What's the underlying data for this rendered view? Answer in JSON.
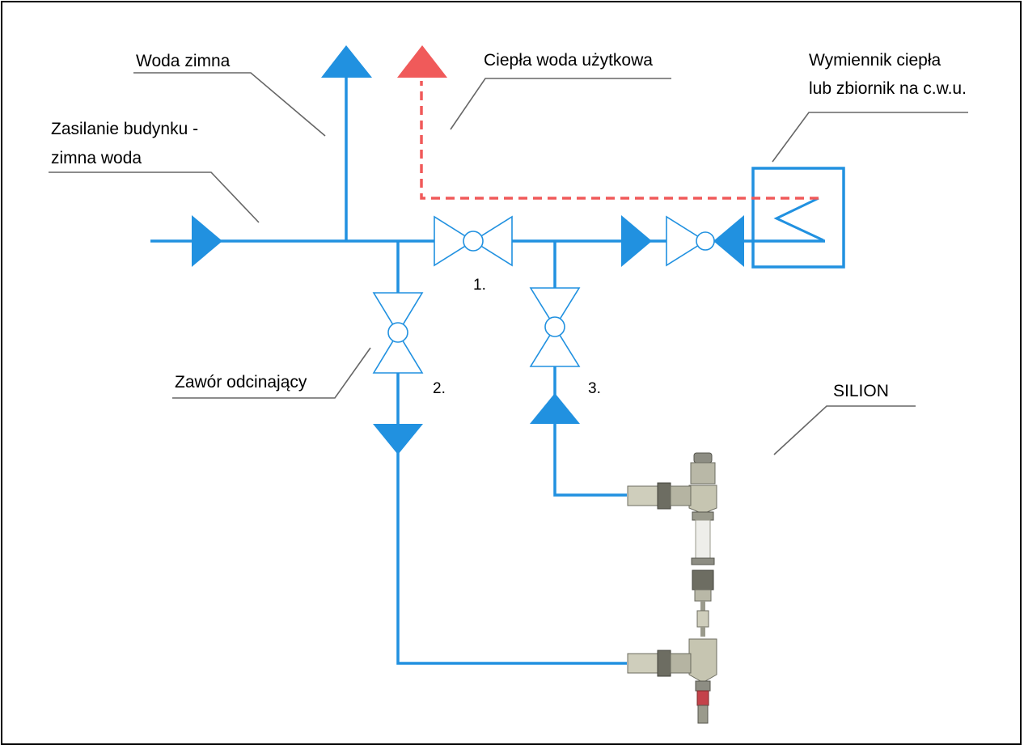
{
  "labels": {
    "cold_water": "Woda zimna",
    "hot_water": "Ciepła woda użytkowa",
    "supply_line1": "Zasilanie budynku -",
    "supply_line2": "zimna woda",
    "exchanger_line1": "Wymiennik ciepła",
    "exchanger_line2": "lub zbiornik na c.w.u.",
    "shutoff_valve": "Zawór odcinający",
    "silion": "SILION"
  },
  "valve_numbers": {
    "v1": "1.",
    "v2": "2.",
    "v3": "3."
  },
  "colors": {
    "pipe": "#2191e0",
    "hot": "#f05a5a",
    "leader": "#666666",
    "frame": "#000000"
  }
}
